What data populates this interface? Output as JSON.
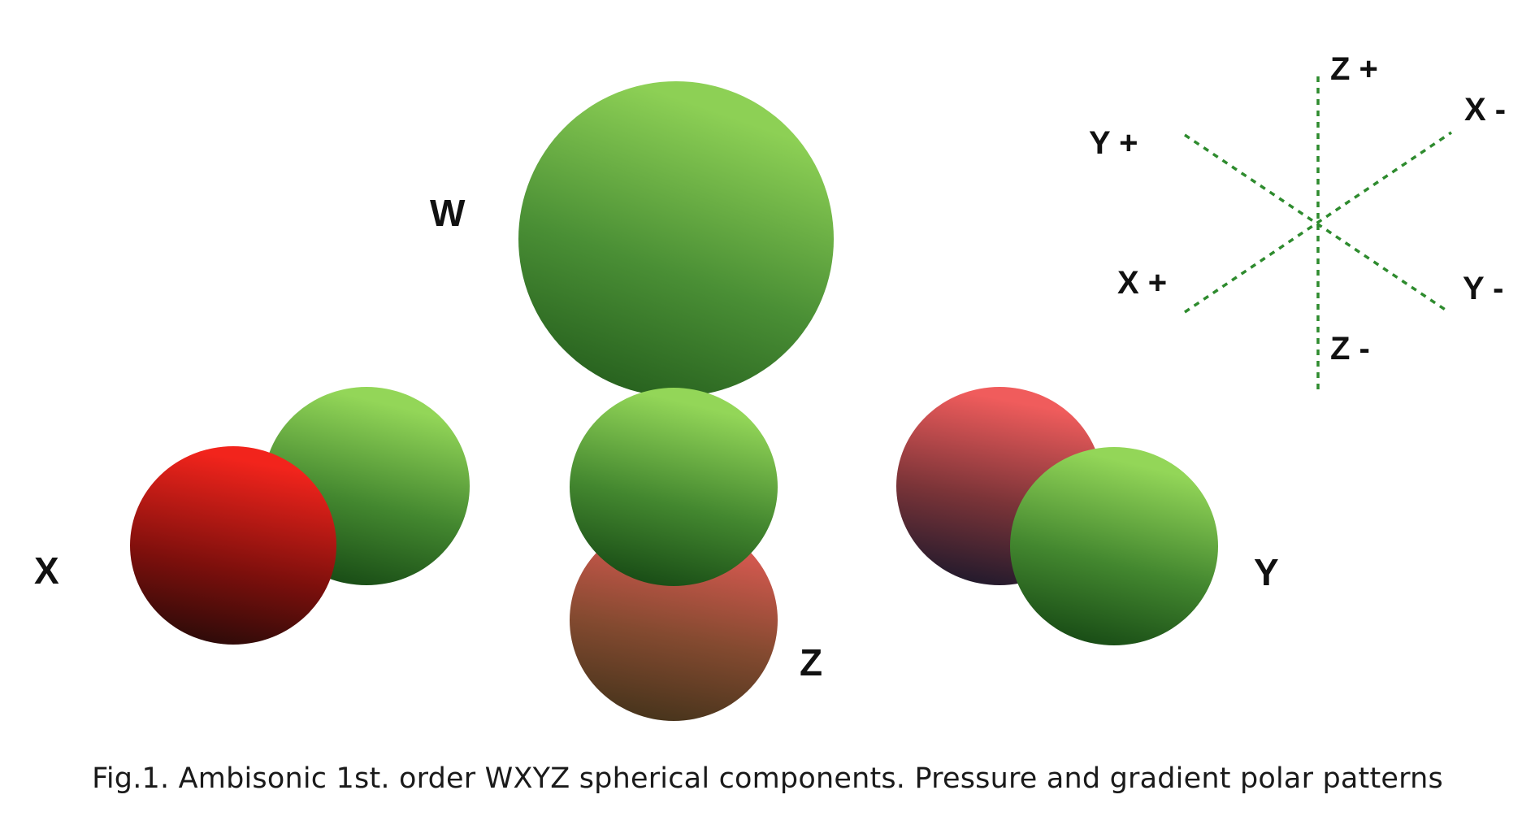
{
  "components": {
    "w": "W",
    "x": "X",
    "y": "Y",
    "z": "Z"
  },
  "axes": {
    "z_pos": "Z +",
    "z_neg": "Z -",
    "x_pos": "X +",
    "x_neg": "X -",
    "y_pos": "Y +",
    "y_neg": "Y -"
  },
  "caption": "Fig.1. Ambisonic 1st. order WXYZ spherical components. Pressure and gradient polar patterns",
  "colors": {
    "positive_lobe": "#7fc850",
    "negative_lobe": "#e02018",
    "axis_line": "#2e8b2e"
  }
}
